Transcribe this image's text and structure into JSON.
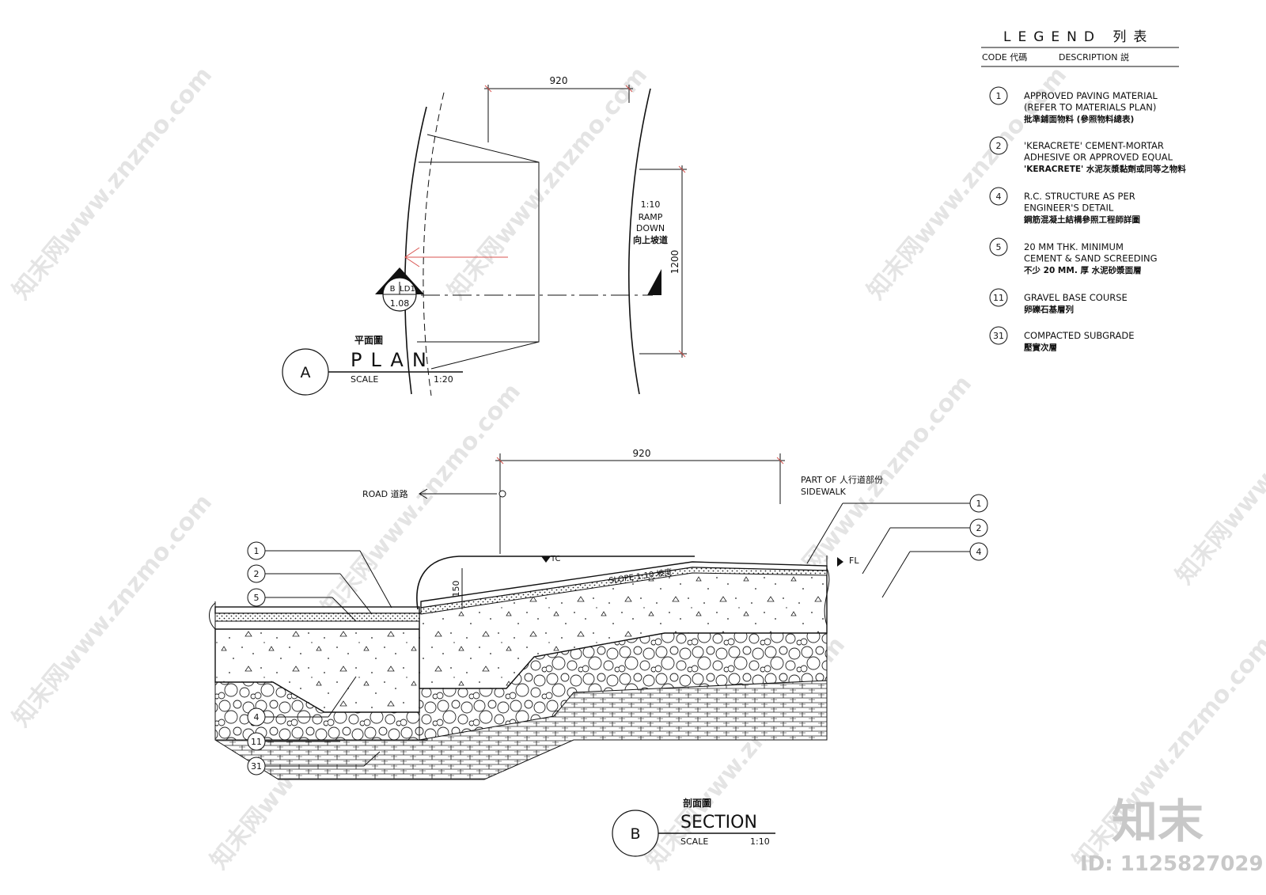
{
  "legend": {
    "title": "LEGEND 列表",
    "code_header": "CODE 代碼",
    "desc_header": "DESCRIPTION 説",
    "items": [
      {
        "code": "1",
        "lines": [
          "APPROVED PAVING MATERIAL",
          "(REFER TO MATERIALS PLAN)",
          "批準鋪面物料 (參照物料總表)"
        ]
      },
      {
        "code": "2",
        "lines": [
          "'KERACRETE' CEMENT-MORTAR",
          "ADHESIVE OR APPROVED EQUAL",
          "'KERACRETE' 水泥灰漿黏劑或同等之物料"
        ]
      },
      {
        "code": "4",
        "lines": [
          "R.C. STRUCTURE AS PER",
          "ENGINEER'S DETAIL",
          "鋼筋混凝土結構參照工程師詳圖"
        ]
      },
      {
        "code": "5",
        "lines": [
          "20 MM THK. MINIMUM",
          "CEMENT & SAND SCREEDING",
          "不少  20 MM. 厚 水泥砂漿面層"
        ]
      },
      {
        "code": "11",
        "lines": [
          "GRAVEL BASE COURSE",
          "卵礫石基層列"
        ]
      },
      {
        "code": "31",
        "lines": [
          "COMPACTED SUBGRADE",
          "壓實次層"
        ]
      }
    ]
  },
  "plan": {
    "dim_top": "920",
    "dim_side": "1200",
    "ramp_note": [
      "1:10",
      "RAMP",
      "DOWN",
      "向上坡道"
    ],
    "section_marker": {
      "letter": "B",
      "sheet": "LD1",
      "ref": "1.08"
    },
    "title_cn": "平面圖",
    "title": "PLAN",
    "label_letter": "A",
    "scale_label": "SCALE",
    "scale_value": "1:20"
  },
  "section": {
    "dim_top": "920",
    "road_label": "ROAD 道路",
    "sidewalk_label_1": "PART OF  人行道部份",
    "sidewalk_label_2": "SIDEWALK",
    "tc_label": "TC",
    "fl_label": "FL",
    "dim_150": "150",
    "slope_note": "SLOPE 1:10 坡度",
    "callouts_left": [
      "1",
      "2",
      "5"
    ],
    "callouts_right": [
      "1",
      "2",
      "4"
    ],
    "callouts_bottom": [
      "4",
      "11",
      "31"
    ],
    "title_cn": "剖面圖",
    "title": "SECTION",
    "label_letter": "B",
    "scale_label": "SCALE",
    "scale_value": "1:10"
  },
  "watermark": {
    "text": "知末网www.znzmo.com",
    "brand": "知末",
    "id": "ID: 1125827029"
  }
}
